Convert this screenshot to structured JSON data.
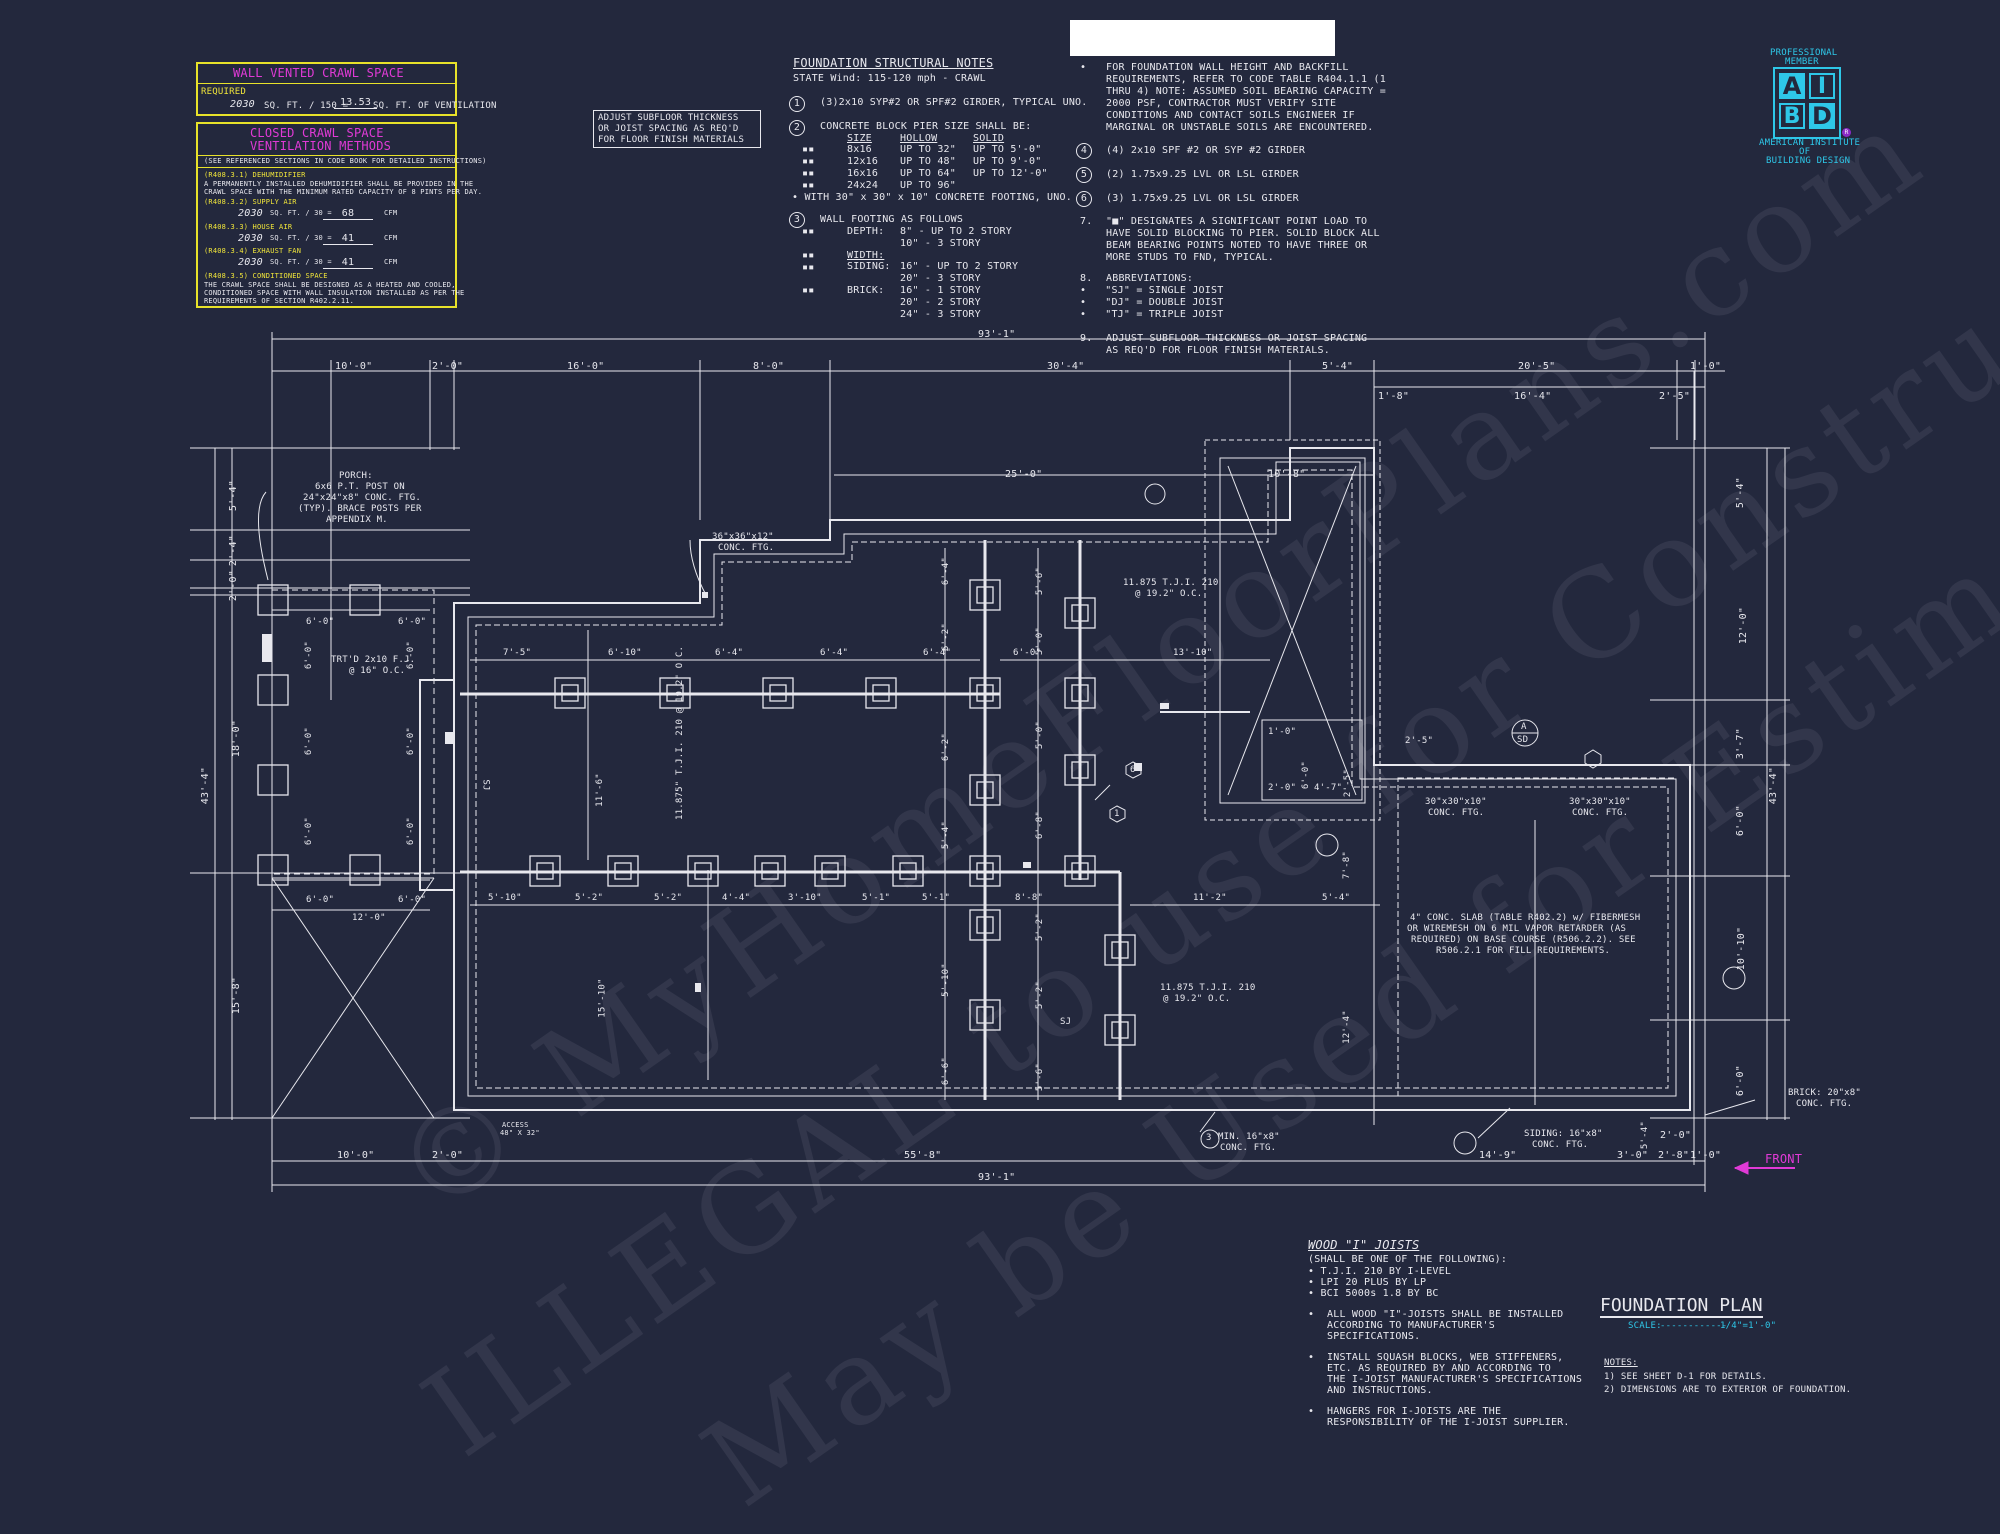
{
  "colors": {
    "background": "#23283d",
    "linework": "#e8e8ee",
    "accent_yellow": "#f0e53a",
    "accent_magenta": "#e03ad6",
    "accent_cyan": "#2ec7e8"
  },
  "crawl_vented": {
    "title": "WALL VENTED CRAWL SPACE",
    "required_label": "REQUIRED",
    "sqft_value": "2030",
    "sqft_unit": "SQ. FT. / 150 =",
    "vent_value": "13.53",
    "vent_unit": "SQ. FT. OF VENTILATION"
  },
  "crawl_closed": {
    "title_1": "CLOSED CRAWL SPACE",
    "title_2": "VENTILATION METHODS",
    "ref_note": "(SEE REFERENCED SECTIONS IN CODE BOOK FOR DETAILED INSTRUCTIONS)",
    "dehum_label": "(R408.3.1) DEHUMIDIFIER",
    "dehum_text_1": "A PERMANENTLY INSTALLED DEHUMIDIFIER SHALL BE PROVIDED IN THE",
    "dehum_text_2": "CRAWL SPACE WITH THE MINIMUM RATED CAPACITY OF 8 PINTS PER DAY.",
    "supply_label": "(R408.3.2) SUPPLY AIR",
    "supply_sqft": "2030",
    "supply_value": "68",
    "house_label": "(R408.3.3) HOUSE AIR",
    "house_sqft": "2030",
    "house_value": "41",
    "exhaust_label": "(R408.3.4) EXHAUST FAN",
    "exhaust_sqft": "2030",
    "exhaust_value": "41",
    "unit_mid": "SQ. FT. / 30 =",
    "unit_cfm": "CFM",
    "cond_label": "(R408.3.5) CONDITIONED SPACE",
    "cond_text_1": "THE CRAWL SPACE SHALL BE DESIGNED AS A HEATED AND COOLED,",
    "cond_text_2": "CONDITIONED SPACE WITH WALL INSULATION INSTALLED AS PER THE",
    "cond_text_3": "REQUIREMENTS OF SECTION R402.2.11."
  },
  "adjust_note": [
    "ADJUST SUBFLOOR THICKNESS",
    "OR JOIST SPACING AS REQ'D",
    "FOR FLOOR FINISH MATERIALS"
  ],
  "notes_left": {
    "title": "FOUNDATION STRUCTURAL NOTES",
    "state_wind": "STATE Wind: 115-120 mph - CRAWL",
    "n1_num": "1",
    "n1": "(3)2x10 SYP#2 OR SPF#2 GIRDER, TYPICAL UNO.",
    "n2_num": "2",
    "n2": "CONCRETE BLOCK PIER SIZE SHALL BE:",
    "pier_head": [
      "SIZE",
      "HOLLOW",
      "SOLID"
    ],
    "pier_rows": [
      [
        "8x16",
        "UP TO 32\"",
        "UP TO 5'-0\""
      ],
      [
        "12x16",
        "UP TO 48\"",
        "UP TO 9'-0\""
      ],
      [
        "16x16",
        "UP TO 64\"",
        "UP TO 12'-0\""
      ],
      [
        "24x24",
        "UP TO 96\"",
        ""
      ]
    ],
    "pier_footing": "WITH 30\" x 30\" x 10\" CONCRETE FOOTING, UNO.",
    "n3_num": "3",
    "n3": "WALL FOOTING AS FOLLOWS",
    "depth_label": "DEPTH:",
    "depth_1": "8\" - UP TO 2 STORY",
    "depth_2": "10\" - 3 STORY",
    "width_label": "WIDTH:",
    "siding_label": "SIDING:",
    "siding_1": "16\" - UP TO 2 STORY",
    "siding_2": "20\" - 3 STORY",
    "brick_label": "BRICK:",
    "brick_1": "16\" - 1 STORY",
    "brick_2": "20\" - 2 STORY",
    "brick_3": "24\" - 3 STORY"
  },
  "notes_right": {
    "bullet_lines": [
      "FOR FOUNDATION WALL HEIGHT AND BACKFILL",
      "REQUIREMENTS, REFER TO CODE TABLE R404.1.1 (1",
      "THRU 4) NOTE: ASSUMED SOIL BEARING CAPACITY =",
      "2000 PSF, CONTRACTOR MUST VERIFY SITE",
      "CONDITIONS AND CONTACT SOILS ENGINEER IF",
      "MARGINAL OR UNSTABLE SOILS ARE ENCOUNTERED."
    ],
    "n4_num": "4",
    "n4": "(4) 2x10 SPF #2 OR SYP #2 GIRDER",
    "n5_num": "5",
    "n5": "(2) 1.75x9.25 LVL OR LSL GIRDER",
    "n6_num": "6",
    "n6": "(3) 1.75x9.25 LVL OR LSL GIRDER",
    "n7_num": "7.",
    "n7_lines": [
      "\"■\" DESIGNATES A SIGNIFICANT POINT LOAD TO",
      "HAVE SOLID BLOCKING TO PIER. SOLID BLOCK ALL",
      "BEAM BEARING POINTS NOTED TO HAVE THREE OR",
      "MORE STUDS TO FND, TYPICAL."
    ],
    "n8_num": "8.",
    "n8": "ABBREVIATIONS:",
    "abbr": [
      "\"SJ\" = SINGLE JOIST",
      "\"DJ\" = DOUBLE JOIST",
      "\"TJ\" = TRIPLE JOIST"
    ],
    "n9_num": "9.",
    "n9_lines": [
      "ADJUST SUBFLOOR THICKNESS OR JOIST SPACING",
      "AS REQ'D FOR FLOOR FINISH MATERIALS."
    ]
  },
  "badge": {
    "top_1": "PROFESSIONAL",
    "top_2": "MEMBER",
    "letters": [
      "A",
      "I",
      "B",
      "D"
    ],
    "org_1": "AMERICAN INSTITUTE",
    "org_2": "OF",
    "org_3": "BUILDING DESIGN",
    "reg": "R"
  },
  "plan_labels": {
    "overall_top": "93'-1\"",
    "overall_bottom": "93'-1\"",
    "bottom_mid": "55'-8\"",
    "top_dims": [
      "10'-0\"",
      "2'-0\"",
      "16'-0\"",
      "8'-0\"",
      "30'-4\"",
      "5'-4\"",
      "20'-5\"",
      "1'-0\""
    ],
    "top_dims_2": [
      "1'-8\"",
      "16'-4\"",
      "2'-5\""
    ],
    "dim_25": "25'-0\"",
    "dim_10_8": "10'-8\"",
    "left_overall": "43'-4\"",
    "right_overall": "43'-4\"",
    "left_dims": [
      "5'-4\"",
      "2'-4\"",
      "2'-0\"",
      "18'-0\"",
      "15'-8\""
    ],
    "right_dims": [
      "5'-4\"",
      "12'-0\"",
      "3'-7\"",
      "6'-0\"",
      "10'-10\"",
      "6'-0\""
    ],
    "porch_lines": [
      "PORCH:",
      "6x6 P.T. POST ON",
      "24\"x24\"x8\" CONC. FTG.",
      "(TYP). BRACE POSTS PER",
      "APPENDIX M."
    ],
    "ftg_36": [
      "36\"x36\"x12\"",
      "CONC. FTG."
    ],
    "joist_top": [
      "11.875 T.J.I. 210",
      "@ 19.2\" O.C."
    ],
    "joist_bot": [
      "11.875 T.J.I. 210",
      "@ 19.2\" O.C."
    ],
    "joist_vert": "11.875\" T.J.I. 210 @ 19.2\" O.C.",
    "trtd": [
      "TRT'D 2x10 F.J.",
      "@ 16\" O.C."
    ],
    "row1_dims": [
      "7'-5\"",
      "6'-10\"",
      "6'-4\"",
      "6'-4\"",
      "6'-4\"",
      "6'-0\"",
      "13'-10\""
    ],
    "row2_dims": [
      "5'-10\"",
      "5'-2\"",
      "5'-2\"",
      "4'-4\"",
      "3'-10\"",
      "5'-1\"",
      "5'-1\"",
      "8'-8\"",
      "11'-2\"",
      "5'-4\""
    ],
    "porch_dims": [
      "6'-0\"",
      "6'-0\"",
      "6'-0\"",
      "6'-0\"",
      "12'-0\""
    ],
    "small_dims": [
      "6'-0\"",
      "6'-0\"",
      "6'-0\"",
      "6'-0\"",
      "6'-0\"",
      "6'-0\""
    ],
    "inner_vert": [
      "11'-6\"",
      "15'-10\"",
      "6'-4\"",
      "6'-2\"",
      "6'-2\"",
      "5'-4\"",
      "5'-10\"",
      "6'-6\"",
      "5'-6\"",
      "5'-0\"",
      "5'-0\"",
      "6'-8\"",
      "5'-2\"",
      "5'-2\"",
      "5'-6\""
    ],
    "slab_note": [
      "4\" CONC. SLAB (TABLE R402.2) w/ FIBERMESH",
      "OR WIREMESH ON 6 MIL VAPOR RETARDER (AS",
      "REQUIRED) ON BASE COURSE (R506.2.2). SEE",
      "R506.2.1 FOR FILL REQUIREMENTS."
    ],
    "ftg_30a": [
      "30\"x30\"x10\"",
      "CONC. FTG."
    ],
    "ftg_30b": [
      "30\"x30\"x10\"",
      "CONC. FTG."
    ],
    "brick_ftg": [
      "BRICK: 20\"x8\"",
      "CONC. FTG."
    ],
    "siding_ftg": [
      "SIDING: 16\"x8\"",
      "CONC. FTG."
    ],
    "min_ftg": [
      "MIN. 16\"x8\"",
      "CONC. FTG."
    ],
    "access": [
      "ACCESS",
      "48\" X 32\""
    ],
    "sj": "SJ",
    "sj2": "SJ",
    "dim_12_4": "12'-4\"",
    "dim_7_8": "7'-8\"",
    "dim_1_0": "1'-0\"",
    "dim_2_0": "2'-0\"",
    "dim_6_0": "6'-0\"",
    "dim_4_7": "4'-7\"",
    "dim_2_5": "2'-5\"",
    "dim_2_5b": "2'-5\"",
    "bottom_small": [
      "10'-0\"",
      "2'-0\"",
      "14'-9\"",
      "3'-0\"",
      "2'-8\"",
      "1'-0\"",
      "2'-0\""
    ],
    "dim_5_4": "5'-4\"",
    "front": "FRONT",
    "sec_a": "A",
    "sec_sd": "SD",
    "tag_1": "1",
    "tag_3": "3",
    "tag_6": "6"
  },
  "joists_note": {
    "title": "WOOD \"I\" JOISTS",
    "sub": "(SHALL BE ONE OF THE FOLLOWING):",
    "list": [
      "T.J.I. 210 BY I-LEVEL",
      "LPI 20 PLUS BY LP",
      "BCI 5000s 1.8 BY BC"
    ],
    "b1": [
      "ALL WOOD \"I\"-JOISTS SHALL BE INSTALLED",
      "ACCORDING TO MANUFACTURER'S",
      "SPECIFICATIONS."
    ],
    "b2": [
      "INSTALL SQUASH BLOCKS, WEB STIFFENERS,",
      "ETC. AS REQUIRED BY AND ACCORDING TO",
      "THE I-JOIST MANUFACTURER'S SPECIFICATIONS",
      "AND INSTRUCTIONS."
    ],
    "b3": [
      "HANGERS FOR I-JOISTS ARE THE",
      "RESPONSIBILITY OF THE I-JOIST SUPPLIER."
    ]
  },
  "title_block": {
    "title": "FOUNDATION PLAN",
    "scale_label": "SCALE:",
    "scale_value": "1/4\"=1'-0\"",
    "notes_label": "NOTES:",
    "note_1": "1)  SEE SHEET D-1 FOR DETAILS.",
    "note_2": "2)  DIMENSIONS ARE TO EXTERIOR OF FOUNDATION."
  },
  "watermark": {
    "line_1": "© MyHomeFloorPlans.com",
    "line_2": "ILLEGAL to use for Construction",
    "line_3": "May be Used for Estimations"
  }
}
